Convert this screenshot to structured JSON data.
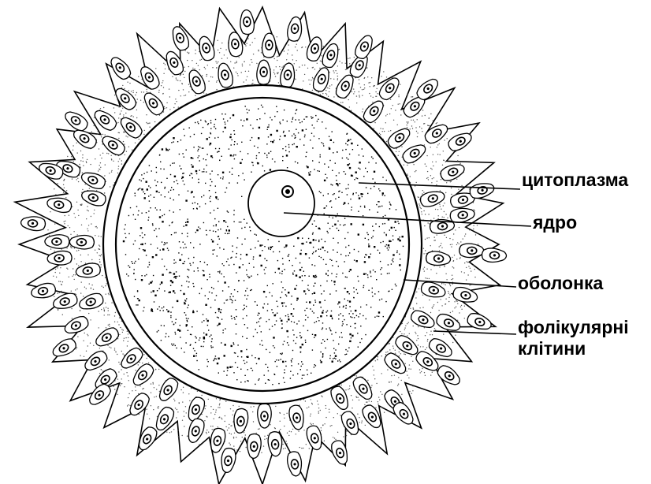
{
  "diagram": {
    "labels": {
      "cytoplasm": "цитоплазма",
      "nucleus": "ядро",
      "membrane": "оболонка",
      "follicular_line1": "фолікулярні",
      "follicular_line2": "клітини"
    },
    "colors": {
      "ink": "#000000",
      "background": "#ffffff",
      "cell_fill": "#ffffff",
      "corona_stipple": "#555555"
    }
  }
}
